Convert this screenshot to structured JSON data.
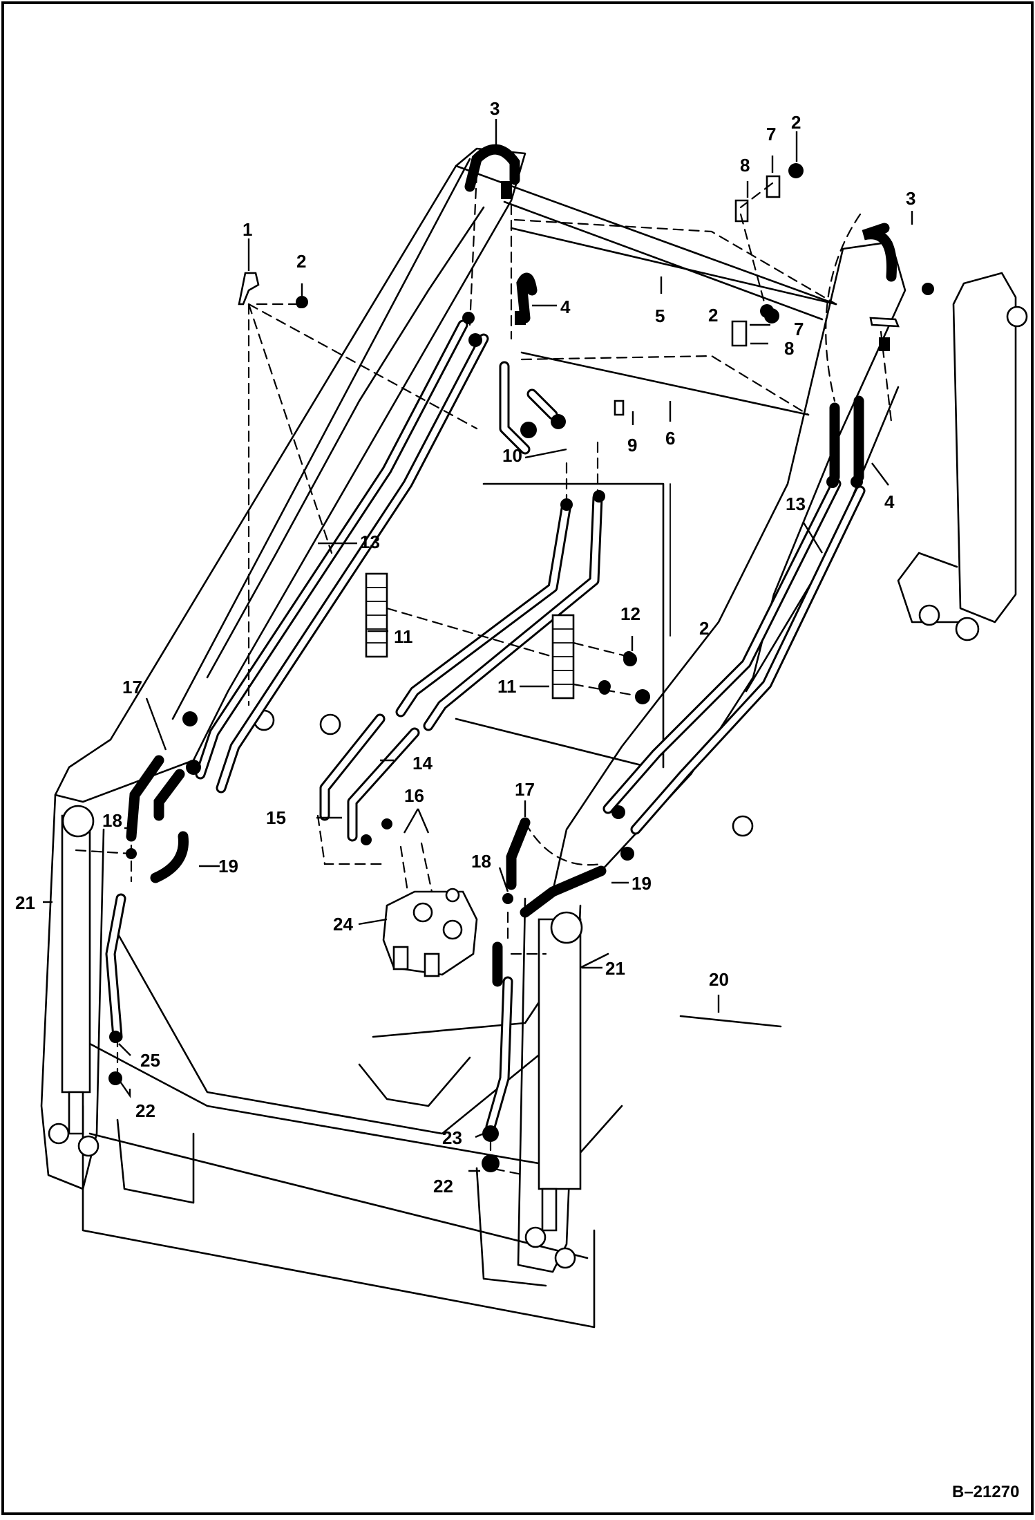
{
  "drawing": {
    "reference_number": "B–21270",
    "callouts": [
      {
        "id": "c1",
        "text": "1"
      },
      {
        "id": "c2a",
        "text": "2"
      },
      {
        "id": "c2b",
        "text": "2"
      },
      {
        "id": "c2c",
        "text": "2"
      },
      {
        "id": "c2d",
        "text": "2"
      },
      {
        "id": "c3a",
        "text": "3"
      },
      {
        "id": "c3b",
        "text": "3"
      },
      {
        "id": "c4a",
        "text": "4"
      },
      {
        "id": "c4b",
        "text": "4"
      },
      {
        "id": "c5",
        "text": "5"
      },
      {
        "id": "c6",
        "text": "6"
      },
      {
        "id": "c7a",
        "text": "7"
      },
      {
        "id": "c7b",
        "text": "7"
      },
      {
        "id": "c8a",
        "text": "8"
      },
      {
        "id": "c8b",
        "text": "8"
      },
      {
        "id": "c9",
        "text": "9"
      },
      {
        "id": "c10",
        "text": "10"
      },
      {
        "id": "c11a",
        "text": "11"
      },
      {
        "id": "c11b",
        "text": "11"
      },
      {
        "id": "c12",
        "text": "12"
      },
      {
        "id": "c13a",
        "text": "13"
      },
      {
        "id": "c13b",
        "text": "13"
      },
      {
        "id": "c14",
        "text": "14"
      },
      {
        "id": "c15",
        "text": "15"
      },
      {
        "id": "c16",
        "text": "16"
      },
      {
        "id": "c17a",
        "text": "17"
      },
      {
        "id": "c17b",
        "text": "17"
      },
      {
        "id": "c18a",
        "text": "18"
      },
      {
        "id": "c18b",
        "text": "18"
      },
      {
        "id": "c19a",
        "text": "19"
      },
      {
        "id": "c19b",
        "text": "19"
      },
      {
        "id": "c20",
        "text": "20"
      },
      {
        "id": "c21a",
        "text": "21"
      },
      {
        "id": "c21b",
        "text": "21"
      },
      {
        "id": "c22a",
        "text": "22"
      },
      {
        "id": "c22b",
        "text": "22"
      },
      {
        "id": "c23",
        "text": "23"
      },
      {
        "id": "c24",
        "text": "24"
      },
      {
        "id": "c25",
        "text": "25"
      }
    ]
  }
}
